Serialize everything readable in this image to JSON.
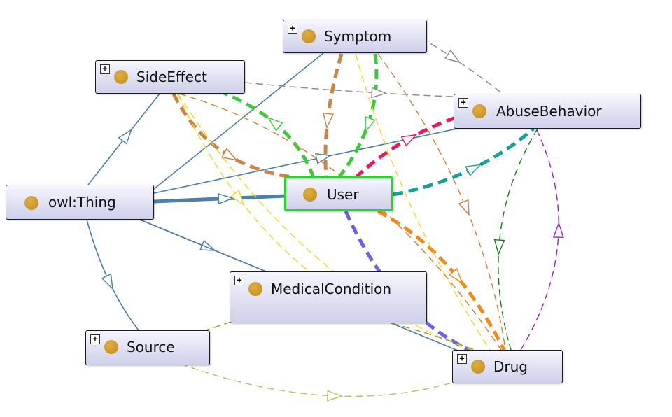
{
  "nodes": {
    "symptom": {
      "label": "Symptom",
      "expandable": true
    },
    "side_effect": {
      "label": "SideEffect",
      "expandable": true
    },
    "abuse_behavior": {
      "label": "AbuseBehavior",
      "expandable": true
    },
    "owl_thing": {
      "label": "owl:Thing",
      "expandable": false
    },
    "user": {
      "label": "User",
      "expandable": false,
      "selected": true
    },
    "medical_condition": {
      "label": "MedicalCondition",
      "expandable": true
    },
    "source": {
      "label": "Source",
      "expandable": true
    },
    "drug": {
      "label": "Drug",
      "expandable": true
    }
  },
  "expander_glyph": "+",
  "colors": {
    "subclass": "#4a7fae",
    "selected_border": "#27d427",
    "class_dot": "#c9962a",
    "green": "#3dc83d",
    "brown": "#c98446",
    "teal": "#14a19a",
    "pink": "#ee1660",
    "orange": "#f28a1a",
    "purple": "#6a62ee",
    "yellow": "#f0d82a",
    "gray": "#8a8a8a",
    "dark_green": "#1d7a1d",
    "violet": "#9a1ed0",
    "olive": "#9e9a2a",
    "khaki": "#c2bc62",
    "rust": "#d2803a"
  }
}
